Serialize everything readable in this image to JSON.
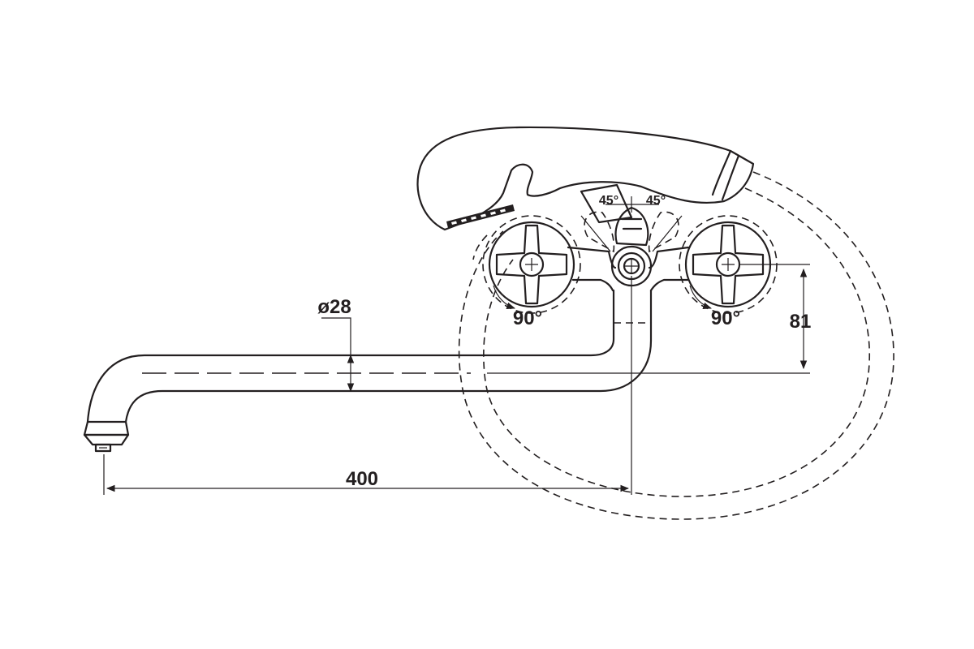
{
  "dimensions": {
    "spout_length": "400",
    "pipe_diameter": "ø28",
    "height_offset": "81",
    "left_handle_rotation": "90°",
    "right_handle_rotation": "90°",
    "diverter_left_angle": "45°",
    "diverter_right_angle": "45°"
  },
  "colors": {
    "line": "#231f20",
    "background": "#ffffff"
  }
}
